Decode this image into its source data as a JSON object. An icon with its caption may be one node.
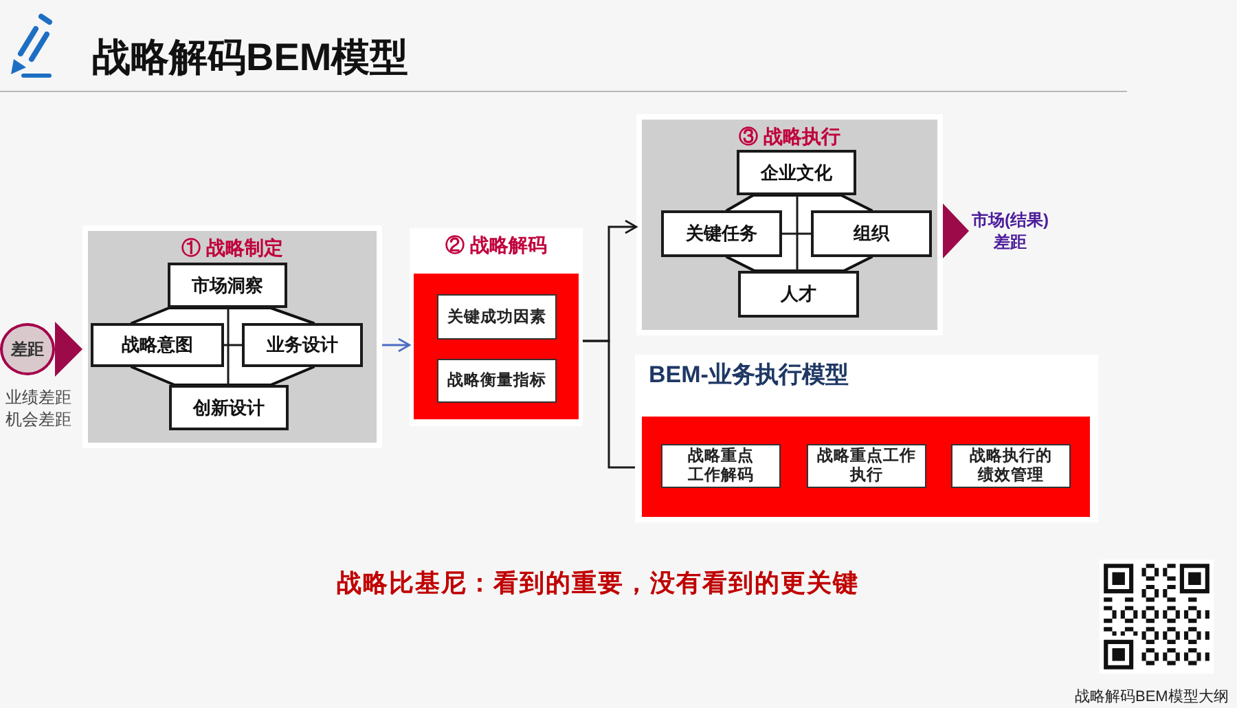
{
  "diagram": {
    "title": "战略解码BEM模型",
    "nodes": [
      {
        "text": [
          "差距"
        ],
        "beside": [
          "业绩差距",
          "机会差距"
        ]
      },
      {
        "text": [
          "① 战略制定"
        ]
      },
      {
        "text": [
          "市场洞察"
        ],
        "in": 1
      },
      {
        "text": [
          "战略意图"
        ],
        "in": 1
      },
      {
        "text": [
          "业务设计"
        ],
        "in": 1
      },
      {
        "text": [
          "创新设计"
        ],
        "in": 1
      },
      {
        "text": [
          "② 战略解码"
        ]
      },
      {
        "text": [
          "关键成功因素"
        ],
        "in": 6
      },
      {
        "text": [
          "战略衡量指标"
        ],
        "in": 6
      },
      {
        "text": [
          "③ 战略执行"
        ]
      },
      {
        "text": [
          "企业文化"
        ],
        "in": 9
      },
      {
        "text": [
          "关键任务"
        ],
        "in": 9
      },
      {
        "text": [
          "组织"
        ],
        "in": 9
      },
      {
        "text": [
          "人才"
        ],
        "in": 9
      },
      {
        "text": [
          "市场(结果)差距"
        ]
      },
      {
        "text": [
          "BEM-业务执行模型"
        ]
      },
      {
        "text": [
          "战略重点工作解码"
        ],
        "in": 15
      },
      {
        "text": [
          "战略重点工作执行"
        ],
        "in": 15
      },
      {
        "text": [
          "战略执行的绩效管理"
        ],
        "in": 15
      }
    ],
    "edges": [
      {
        "from": 0,
        "to": 1,
        "arrow": "to",
        "style": "thick",
        "color": "#9c0a4a"
      },
      {
        "from": 2,
        "to": 5,
        "arrow": "none"
      },
      {
        "from": 3,
        "to": 4,
        "arrow": "none"
      },
      {
        "from": 1,
        "to": 6,
        "arrow": "to",
        "color": "#4a6cc0"
      },
      {
        "from": 10,
        "to": 13,
        "arrow": "none"
      },
      {
        "from": 11,
        "to": 12,
        "arrow": "none"
      },
      {
        "from": 6,
        "to": 9,
        "arrow": "to"
      },
      {
        "from": 6,
        "to": 15,
        "arrow": "none"
      },
      {
        "from": 9,
        "to": 14,
        "arrow": "to",
        "style": "thick",
        "color": "#9c0a4a"
      }
    ],
    "labels": [
      "战略比基尼：看到的重要，没有看到的更关键",
      "战略解码BEM模型大纲"
    ]
  }
}
